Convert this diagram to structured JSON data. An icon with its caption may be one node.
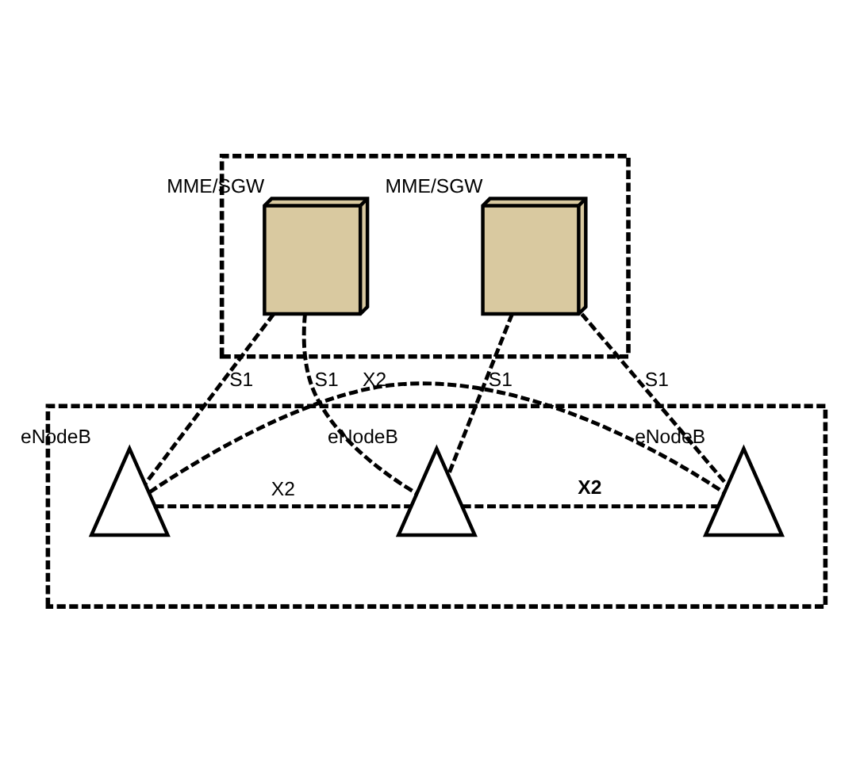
{
  "diagram": {
    "nodes": [
      {
        "text": [],
        "shape": "box"
      },
      {
        "text": [],
        "shape": "picture",
        "beside": [
          "MME/SGW"
        ],
        "in": 0
      },
      {
        "text": [],
        "shape": "picture",
        "beside": [
          "MME/SGW"
        ],
        "in": 0
      },
      {
        "text": [],
        "shape": "box"
      },
      {
        "text": [],
        "shape": "picture",
        "beside": [
          "eNodeB"
        ],
        "in": 3
      },
      {
        "text": [],
        "shape": "picture",
        "beside": [
          "eNodeB"
        ],
        "in": 3
      },
      {
        "text": [],
        "shape": "picture",
        "beside": [
          "eNodeB"
        ],
        "in": 3
      }
    ],
    "edges": [
      {
        "from": 1,
        "to": 4,
        "arrow": "none",
        "label": "S1",
        "style": "dashed"
      },
      {
        "from": 1,
        "to": 6,
        "arrow": "none",
        "label": "S1",
        "style": "dashed"
      },
      {
        "from": 2,
        "to": 6,
        "arrow": "none",
        "label": "S1",
        "style": "dashed"
      },
      {
        "from": 2,
        "to": 5,
        "arrow": "none",
        "label": "S1",
        "style": "dashed"
      },
      {
        "from": 4,
        "to": 5,
        "arrow": "none",
        "label": "X2",
        "style": "dashed"
      },
      {
        "from": 4,
        "to": 6,
        "arrow": "none",
        "label": "X2",
        "style": "dashed"
      },
      {
        "from": 6,
        "to": 5,
        "arrow": "none",
        "label": "X2",
        "style": "dashed"
      }
    ]
  }
}
